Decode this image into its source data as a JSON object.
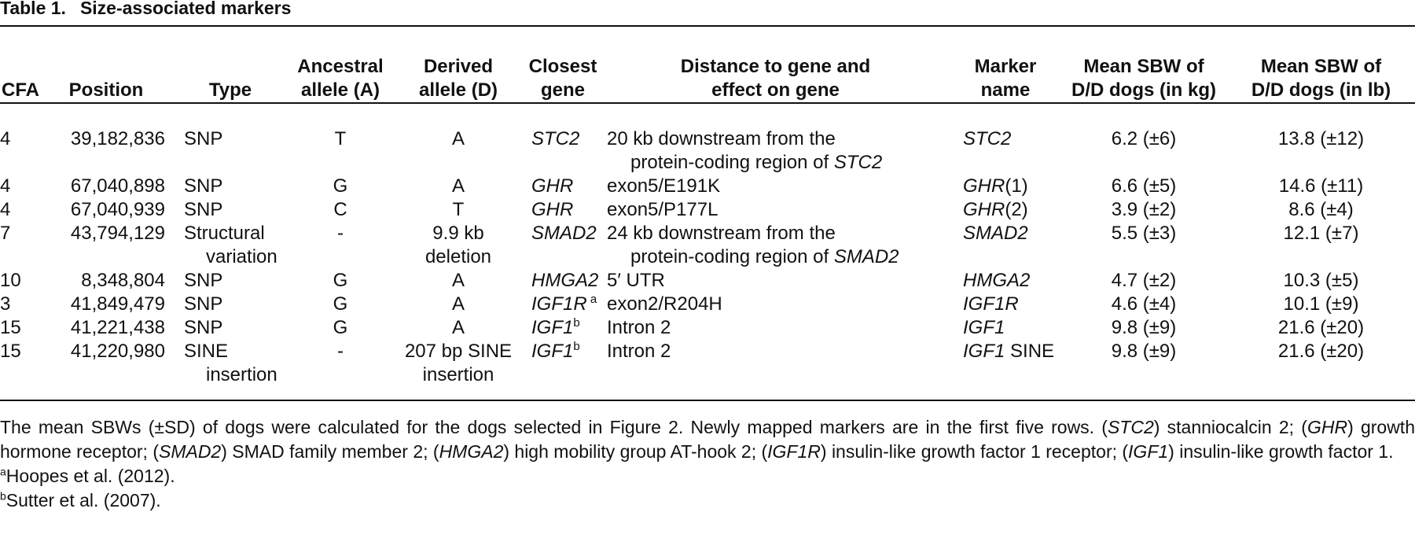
{
  "caption": {
    "label": "Table 1.",
    "title": "Size-associated markers"
  },
  "headers": {
    "cfa": [
      "CFA"
    ],
    "position": [
      "Position"
    ],
    "type": [
      "Type"
    ],
    "ancestral": [
      "Ancestral",
      "allele (A)"
    ],
    "derived": [
      "Derived",
      "allele (D)"
    ],
    "gene": [
      "Closest",
      "gene"
    ],
    "distance": [
      "Distance to gene and",
      "effect on gene"
    ],
    "marker": [
      "Marker",
      "name"
    ],
    "kg": [
      "Mean SBW of",
      "D/D dogs (in kg)"
    ],
    "lb": [
      "Mean SBW of",
      "D/D dogs (in lb)"
    ]
  },
  "rows": [
    {
      "cfa": "4",
      "position": "39,182,836",
      "type": [
        "SNP"
      ],
      "ancestral": [
        "T"
      ],
      "derived": [
        "A"
      ],
      "gene": "STC2",
      "gene_sup": "",
      "distance": [
        "20 kb downstream from the",
        "protein-coding region of "
      ],
      "distance_gene": "STC2",
      "marker_italic": "STC2",
      "marker_plain": "",
      "kg": "6.2 (±6)",
      "lb": "13.8 (±12)"
    },
    {
      "cfa": "4",
      "position": "67,040,898",
      "type": [
        "SNP"
      ],
      "ancestral": [
        "G"
      ],
      "derived": [
        "A"
      ],
      "gene": "GHR",
      "gene_sup": "",
      "distance": [
        "exon5/E191K"
      ],
      "distance_gene": "",
      "marker_italic": "GHR",
      "marker_plain": "(1)",
      "kg": "6.6 (±5)",
      "lb": "14.6 (±11)"
    },
    {
      "cfa": "4",
      "position": "67,040,939",
      "type": [
        "SNP"
      ],
      "ancestral": [
        "C"
      ],
      "derived": [
        "T"
      ],
      "gene": "GHR",
      "gene_sup": "",
      "distance": [
        "exon5/P177L"
      ],
      "distance_gene": "",
      "marker_italic": "GHR",
      "marker_plain": "(2)",
      "kg": "3.9 (±2)",
      "lb": "8.6 (±4)"
    },
    {
      "cfa": "7",
      "position": "43,794,129",
      "type": [
        "Structural",
        "variation"
      ],
      "ancestral": [
        "-"
      ],
      "derived": [
        "9.9 kb",
        "deletion"
      ],
      "gene": "SMAD2",
      "gene_sup": "",
      "distance": [
        "24 kb downstream from the",
        "protein-coding region of "
      ],
      "distance_gene": "SMAD2",
      "marker_italic": "SMAD2",
      "marker_plain": "",
      "kg": "5.5 (±3)",
      "lb": "12.1 (±7)"
    },
    {
      "cfa": "10",
      "position": "8,348,804",
      "type": [
        "SNP"
      ],
      "ancestral": [
        "G"
      ],
      "derived": [
        "A"
      ],
      "gene": "HMGA2",
      "gene_sup": "",
      "distance": [
        "5′ UTR"
      ],
      "distance_gene": "",
      "marker_italic": "HMGA2",
      "marker_plain": "",
      "kg": "4.7 (±2)",
      "lb": "10.3 (±5)"
    },
    {
      "cfa": "3",
      "position": "41,849,479",
      "type": [
        "SNP"
      ],
      "ancestral": [
        "G"
      ],
      "derived": [
        "A"
      ],
      "gene": "IGF1R",
      "gene_sup": "a",
      "distance": [
        "exon2/R204H"
      ],
      "distance_gene": "",
      "marker_italic": "IGF1R",
      "marker_plain": "",
      "kg": "4.6 (±4)",
      "lb": "10.1 (±9)"
    },
    {
      "cfa": "15",
      "position": "41,221,438",
      "type": [
        "SNP"
      ],
      "ancestral": [
        "G"
      ],
      "derived": [
        "A"
      ],
      "gene": "IGF1",
      "gene_sup": "b",
      "distance": [
        "Intron 2"
      ],
      "distance_gene": "",
      "marker_italic": "IGF1",
      "marker_plain": "",
      "kg": "9.8 (±9)",
      "lb": "21.6 (±20)"
    },
    {
      "cfa": "15",
      "position": "41,220,980",
      "type": [
        "SINE",
        "insertion"
      ],
      "ancestral": [
        "-"
      ],
      "derived": [
        "207 bp SINE",
        "insertion"
      ],
      "gene": "IGF1",
      "gene_sup": "b",
      "distance": [
        "Intron 2"
      ],
      "distance_gene": "",
      "marker_italic": "IGF1",
      "marker_plain": " SINE",
      "kg": "9.8 (±9)",
      "lb": "21.6 (±20)"
    }
  ],
  "notes": {
    "segments": [
      {
        "t": "The mean SBWs (±SD) of dogs were calculated for the dogs selected in Figure 2. Newly mapped markers are in the first five rows. (",
        "i": false
      },
      {
        "t": "STC2",
        "i": true
      },
      {
        "t": ") stanniocalcin 2; (",
        "i": false
      },
      {
        "t": "GHR",
        "i": true
      },
      {
        "t": ") growth hormone receptor; (",
        "i": false
      },
      {
        "t": "SMAD2",
        "i": true
      },
      {
        "t": ") SMAD family member 2; (",
        "i": false
      },
      {
        "t": "HMGA2",
        "i": true
      },
      {
        "t": ") high mobility group AT-hook 2; (",
        "i": false
      },
      {
        "t": "IGF1R",
        "i": true
      },
      {
        "t": ") insulin-like growth factor 1 receptor; (",
        "i": false
      },
      {
        "t": "IGF1",
        "i": true
      },
      {
        "t": ") insulin-like growth factor 1.",
        "i": false
      }
    ],
    "footnotes": [
      {
        "mark": "a",
        "text": "Hoopes et al. (2012)."
      },
      {
        "mark": "b",
        "text": "Sutter et al. (2007)."
      }
    ]
  }
}
